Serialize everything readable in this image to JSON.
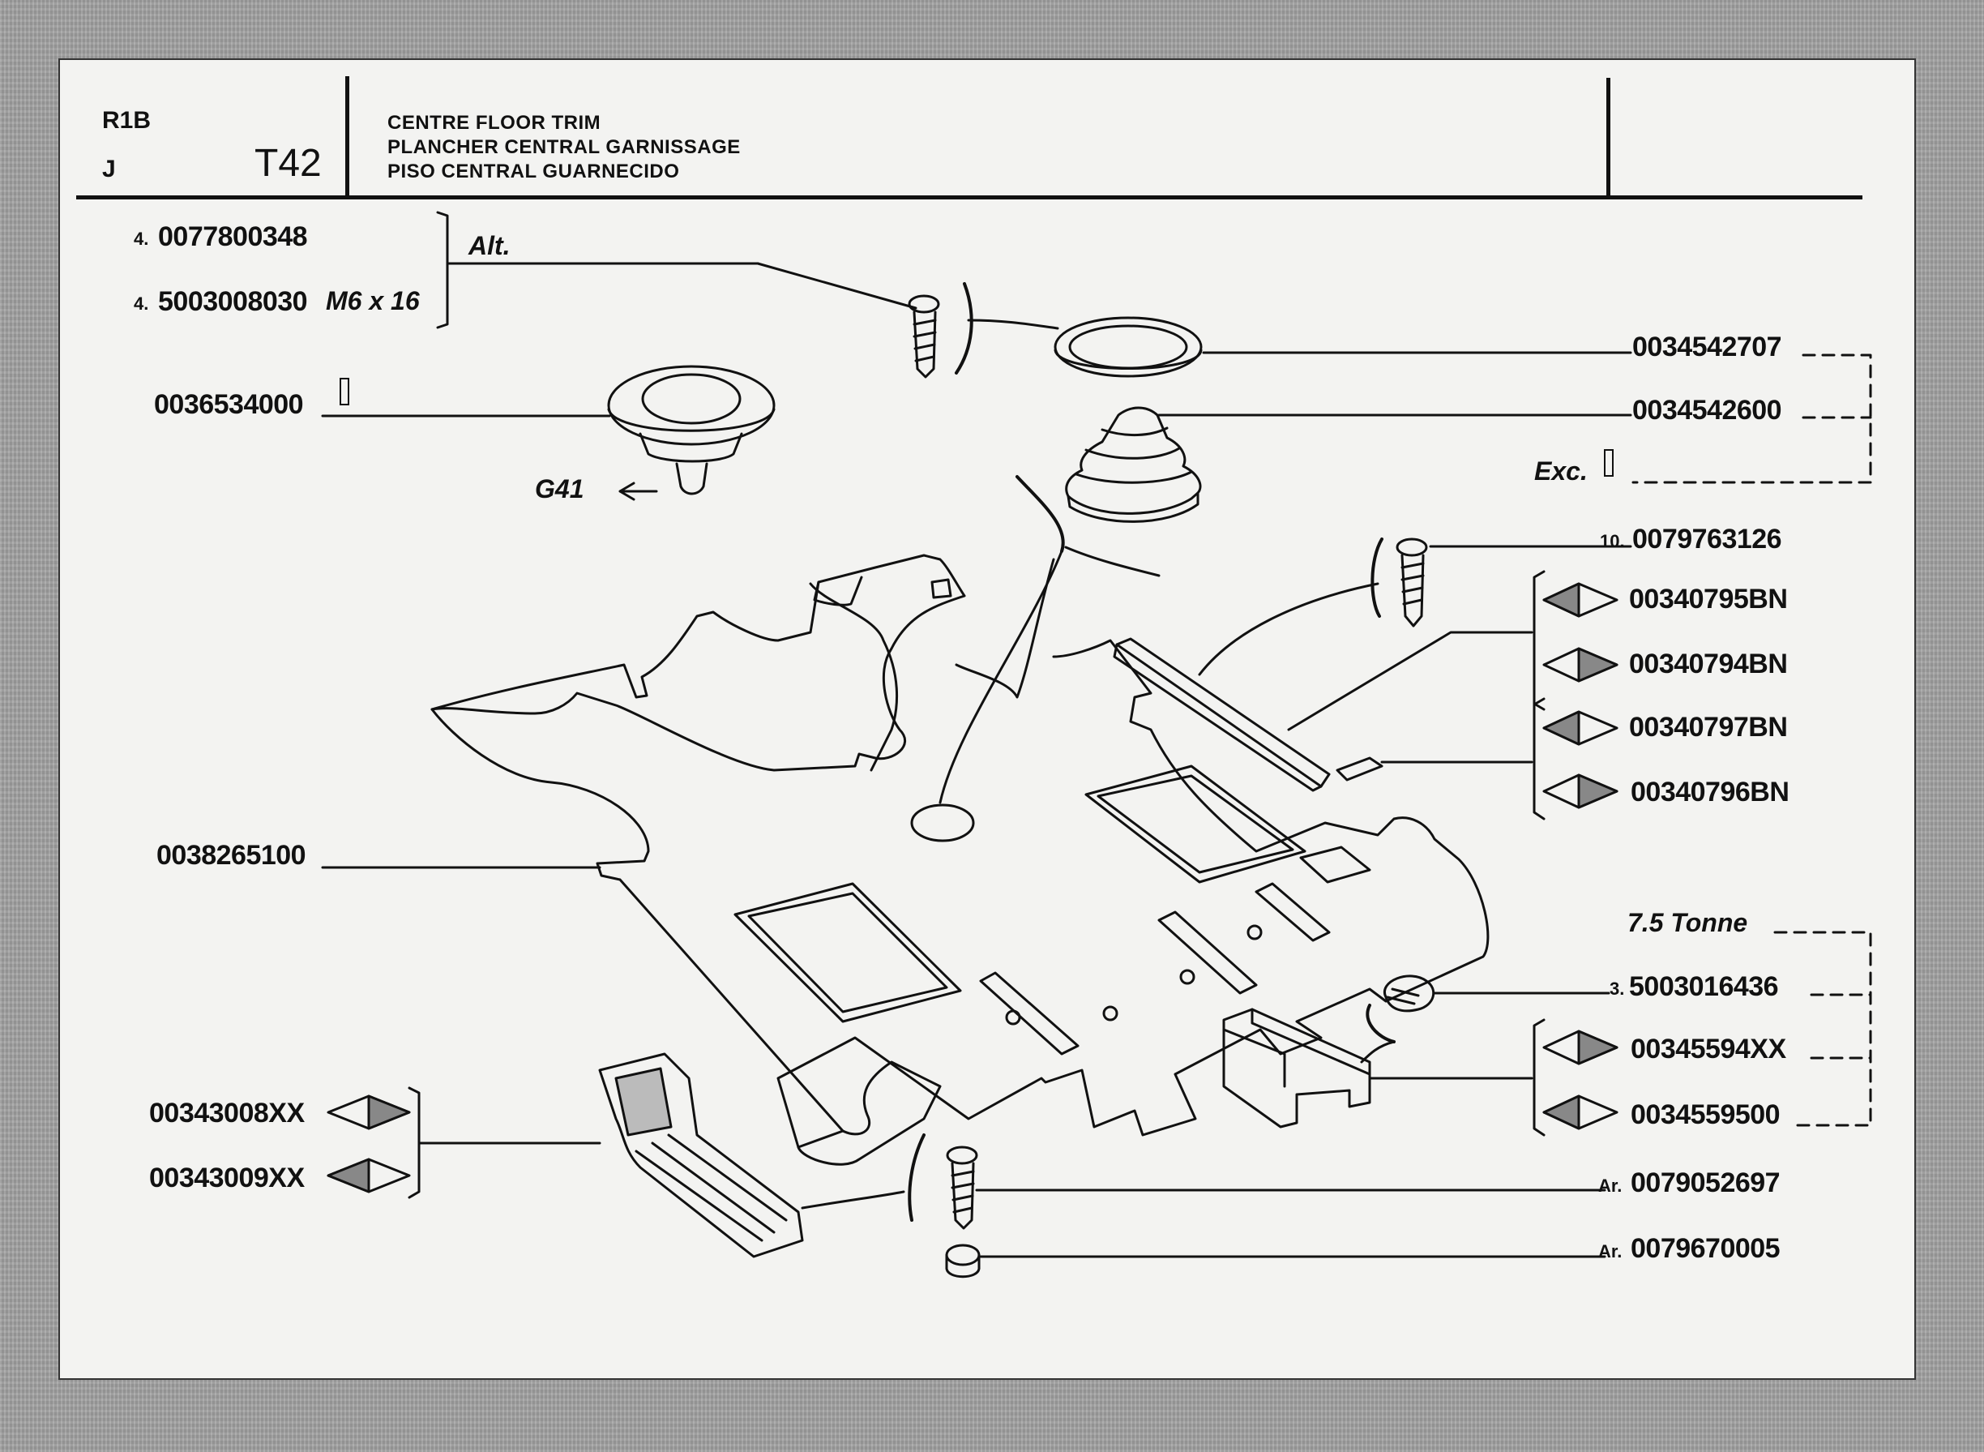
{
  "header": {
    "model": "R1B",
    "variant": "J",
    "page_code": "T42",
    "title_lines": [
      "CENTRE FLOOR TRIM",
      "PLANCHER CENTRAL GARNISSAGE",
      "PISO CENTRAL GUARNECIDO"
    ]
  },
  "labels": {
    "alt": "Alt.",
    "exc": "Exc.",
    "g41_ref": "G41",
    "tonne": "7.5 Tonne",
    "screw_size": "M6 x 16"
  },
  "parts": {
    "screw_a": {
      "qty": "4.",
      "number": "0077800348"
    },
    "screw_b": {
      "qty": "4.",
      "number": "5003008030"
    },
    "boot_assy": {
      "number": "0036534000"
    },
    "ring": {
      "number": "0034542707"
    },
    "gaiter": {
      "number": "0034542600"
    },
    "screw_c": {
      "qty": "10.",
      "number": "0079763126"
    },
    "strip_1": {
      "number": "00340795BN"
    },
    "strip_2": {
      "number": "00340794BN"
    },
    "strip_3": {
      "number": "00340797BN"
    },
    "strip_4": {
      "number": "00340796BN"
    },
    "floor_mat": {
      "number": "0038265100"
    },
    "clip": {
      "qty": "3.",
      "number": "5003016436"
    },
    "cover_1": {
      "number": "00345594XX"
    },
    "cover_2": {
      "number": "0034559500"
    },
    "step_1": {
      "number": "00343008XX"
    },
    "step_2": {
      "number": "00343009XX"
    },
    "screw_d": {
      "qty": "Ar.",
      "number": "0079052697"
    },
    "washer": {
      "qty": "Ar.",
      "number": "0079670005"
    }
  }
}
